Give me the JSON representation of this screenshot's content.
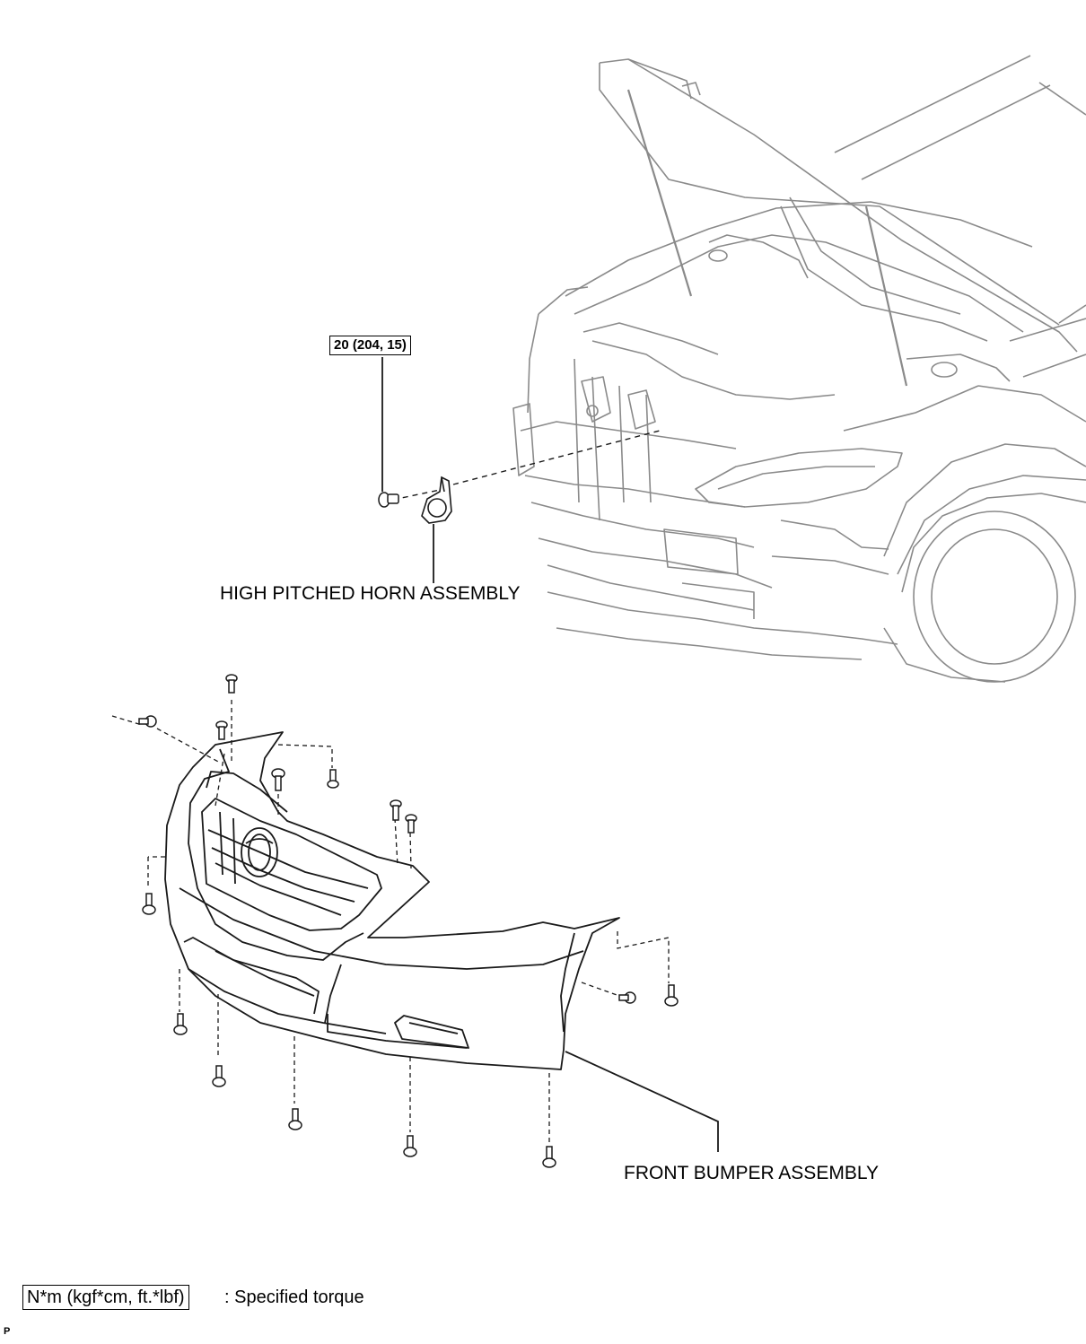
{
  "callouts": {
    "horn_torque": "20 (204, 15)",
    "horn_label": "HIGH PITCHED HORN ASSEMBLY",
    "bumper_label": "FRONT BUMPER ASSEMBLY"
  },
  "legend": {
    "unit_box": "N*m (kgf*cm, ft.*lbf)",
    "description": ": Specified torque"
  },
  "corner_mark": "P",
  "colors": {
    "line": "#1a1a1a",
    "light_line": "#8a8a8a",
    "background": "#ffffff"
  }
}
